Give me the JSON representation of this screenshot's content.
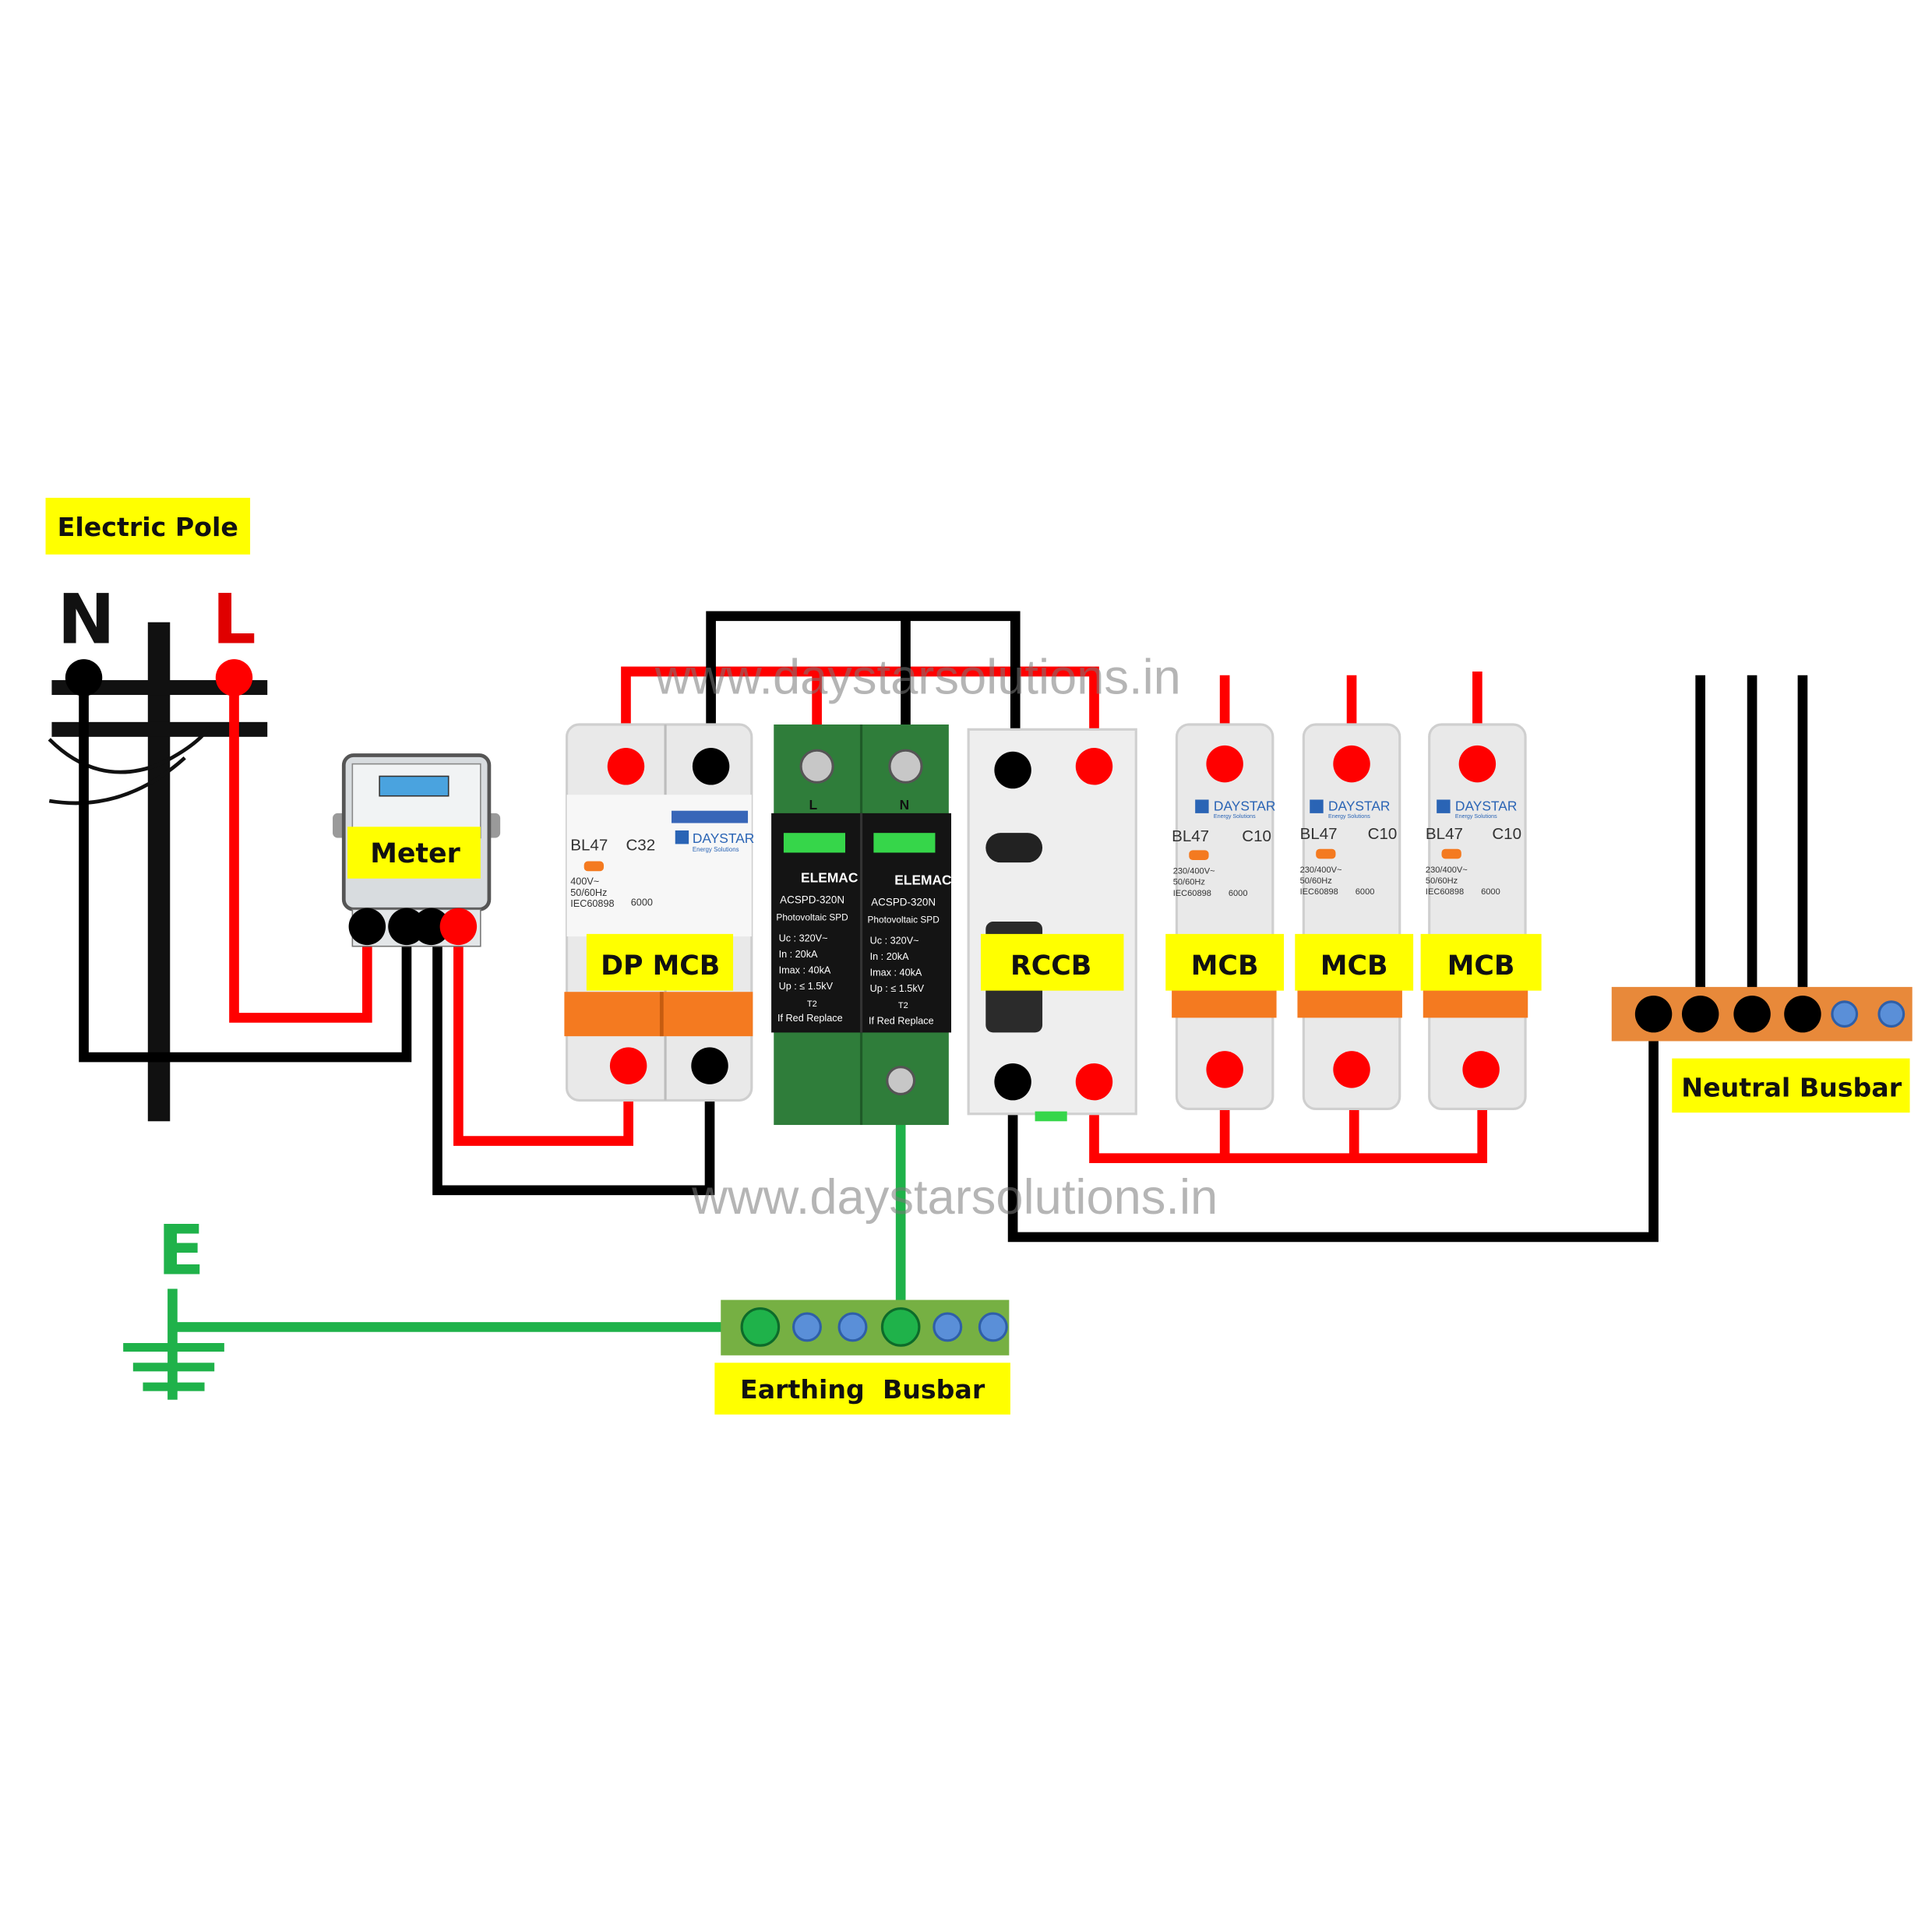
{
  "labels": {
    "electric_pole": "Electric Pole",
    "meter": "Meter",
    "dp_mcb": "DP MCB",
    "rccb": "RCCB",
    "mcb_1": "MCB",
    "mcb_2": "MCB",
    "mcb_3": "MCB",
    "neutral_busbar": "Neutral Busbar",
    "earthing_busbar": "Earthing  Busbar"
  },
  "pole": {
    "neutral": "N",
    "line": "L"
  },
  "earth_symbol": "E",
  "watermark": "www.daystarsolutions.in",
  "dp_mcb_device": {
    "model": "BL47",
    "rating": "C32",
    "brand": "DAYSTAR",
    "brand_sub": "Energy Solutions",
    "spec_1": "400V~",
    "spec_2": "50/60Hz",
    "spec_3": "IEC60898",
    "capacity": "6000"
  },
  "spd_device": {
    "brand": "ELEMAC",
    "model": "ACSPD-320N",
    "type": "Photovoltaic SPD",
    "uc": "Uc   : 320V~",
    "in": "In    :  20kA",
    "imax": "Imax :  40kA",
    "up": "Up   : ≤ 1.5kV",
    "class": "T2",
    "note": "If Red Replace",
    "pole_l": "L",
    "pole_n": "N"
  },
  "mcb_devices": [
    {
      "model": "BL47",
      "rating": "C10",
      "brand": "DAYSTAR",
      "brand_sub": "Energy Solutions",
      "spec_1": "230/400V~",
      "spec_2": "50/60Hz",
      "spec_3": "IEC60898",
      "capacity": "6000"
    },
    {
      "model": "BL47",
      "rating": "C10",
      "brand": "DAYSTAR",
      "brand_sub": "Energy Solutions",
      "spec_1": "230/400V~",
      "spec_2": "50/60Hz",
      "spec_3": "IEC60898",
      "capacity": "6000"
    },
    {
      "model": "BL47",
      "rating": "C10",
      "brand": "DAYSTAR",
      "brand_sub": "Energy Solutions",
      "spec_1": "230/400V~",
      "spec_2": "50/60Hz",
      "spec_3": "IEC60898",
      "capacity": "6000"
    }
  ],
  "colors": {
    "live_wire": "#ff0000",
    "neutral_wire": "#000000",
    "earth_wire": "#1fb24a",
    "label_bg": "#ffff00",
    "spd_body": "#2f7d3a",
    "mcb_handle": "#f47a20",
    "neutral_busbar": "#e8893a",
    "earthing_busbar": "#76b043"
  }
}
